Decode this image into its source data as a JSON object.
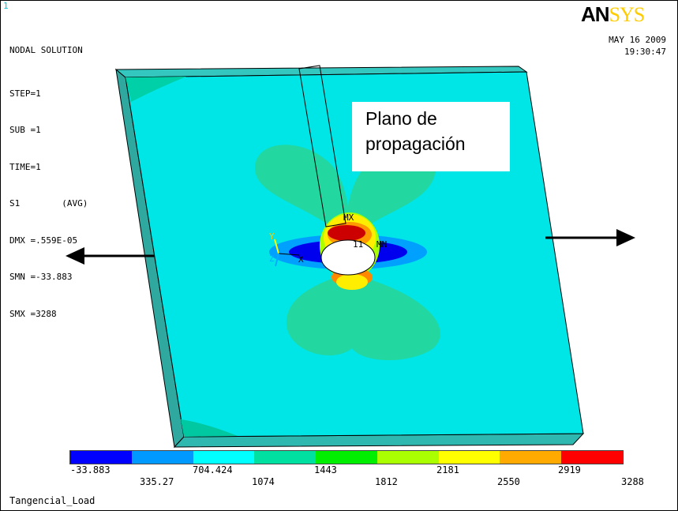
{
  "window_number": "1",
  "info_lines": [
    "NODAL SOLUTION",
    "STEP=1",
    "SUB =1",
    "TIME=1",
    "S1        (AVG)",
    "DMX =.559E-05",
    "SMN =-33.883",
    "SMX =3288"
  ],
  "logo": {
    "an": "AN",
    "sys": "SYS"
  },
  "date": "MAY 16 2009",
  "time": "19:30:47",
  "annotation": {
    "line1": "Plano de",
    "line2": "propagación"
  },
  "model_labels": {
    "mx": "MX",
    "mn": "MN",
    "y": "Y",
    "z": "Z",
    "x": "X",
    "eleven": "11"
  },
  "legend": {
    "colors": [
      "#0000ff",
      "#0099ff",
      "#00ffff",
      "#00e0a0",
      "#00ee00",
      "#aaff00",
      "#ffff00",
      "#ffaa00",
      "#ff0000"
    ],
    "top_values": [
      "-33.883",
      "704.424",
      "1443",
      "2181",
      "2919"
    ],
    "bottom_values": [
      "335.27",
      "1074",
      "1812",
      "2550",
      "3288"
    ]
  },
  "footer": "Tangencial_Load"
}
